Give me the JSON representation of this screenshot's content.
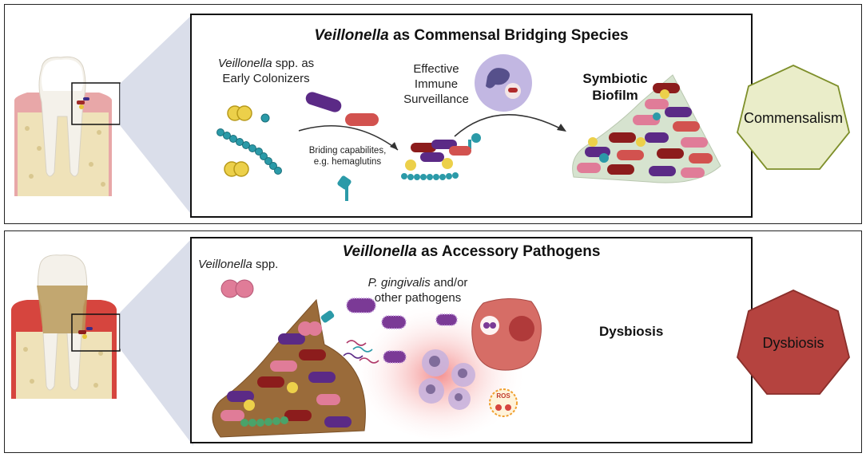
{
  "panel_top": {
    "title_italic": "Veillonella",
    "title_rest": " as Commensal Bridging Species",
    "early_italic": "Veillonella",
    "early_rest": " spp. as",
    "early_line2": "Early Colonizers",
    "immune_line1": "Effective",
    "immune_line2": "Immune",
    "immune_line3": "Surveillance",
    "bridging_line1": "Briding capabilites,",
    "bridging_line2": "e.g. hemaglutins",
    "biofilm_line1": "Symbiotic",
    "biofilm_line2": "Biofilm",
    "outcome": "Commensalism",
    "outcome_color": "#eaedc9"
  },
  "panel_bottom": {
    "title_italic": "Veillonella",
    "title_rest": " as Accessory Pathogens",
    "spp_italic": "Veillonella",
    "spp_rest": " spp.",
    "pathogen_italic": "P. gingivalis",
    "pathogen_rest": " and/or",
    "pathogen_line2": "other pathogens",
    "dysbiosis_label": "Dysbiosis",
    "outcome": "Dysbiosis",
    "ros_label": "ROS",
    "outcome_color": "#b5433f"
  }
}
